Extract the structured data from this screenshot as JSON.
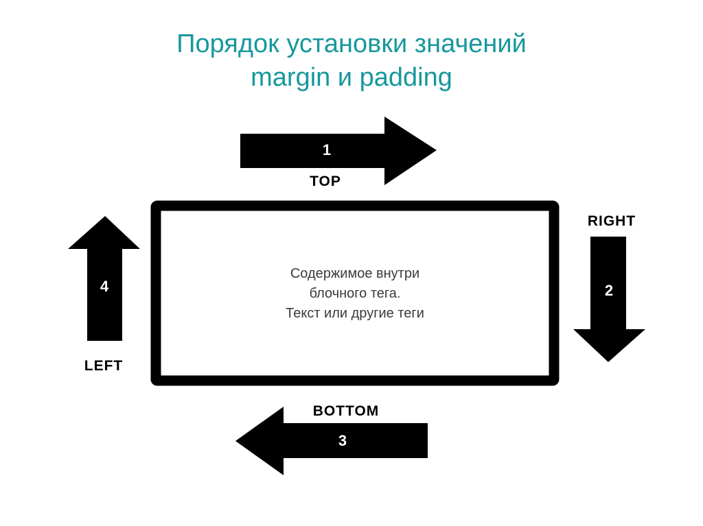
{
  "slide": {
    "title_lines": [
      "Порядок установки значений",
      "margin и padding"
    ],
    "box_text_lines": [
      "Содержимое внутри",
      "блочного тега.",
      "Текст или другие теги"
    ],
    "arrows": {
      "top": {
        "number": "1",
        "label": "TOP",
        "direction": "right"
      },
      "right": {
        "number": "2",
        "label": "RIGHT",
        "direction": "down"
      },
      "bottom": {
        "number": "3",
        "label": "BOTTOM",
        "direction": "left"
      },
      "left": {
        "number": "4",
        "label": "LEFT",
        "direction": "up"
      }
    }
  },
  "colors": {
    "title": "#17989c",
    "arrow": "#000000",
    "box_border": "#000000",
    "text": "#3a3a3a"
  }
}
